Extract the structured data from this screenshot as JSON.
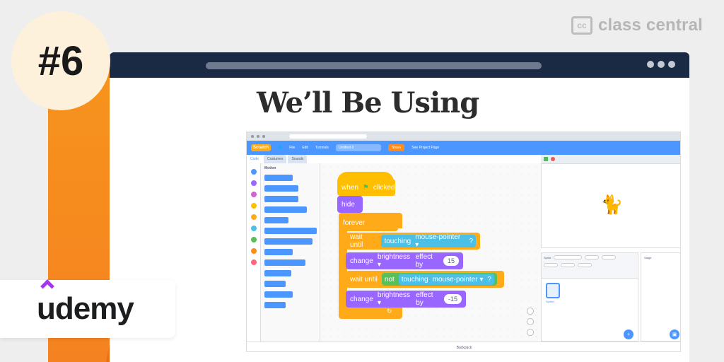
{
  "badge": {
    "number": "#6"
  },
  "brand": {
    "icon_text": "cc",
    "name": "class central"
  },
  "slide": {
    "title": "We’ll Be Using"
  },
  "scratch": {
    "menu": [
      "File",
      "Edit",
      "Tutorials"
    ],
    "logo": "Scratch",
    "project_title": "Untitled-3",
    "share": "Share",
    "see_project": "See Project Page",
    "tabs": [
      "Code",
      "Costumes",
      "Sounds"
    ],
    "palette_head": "Motion",
    "blocks": {
      "when": "when",
      "clicked": "clicked",
      "hide": "hide",
      "forever": "forever",
      "wait_until_1": "wait until",
      "touching_1": "touching",
      "mouse_pointer_1": "mouse-pointer ▾",
      "q1": "?",
      "change_1": "change",
      "brightness_1": "brightness ▾",
      "effect_by_1": "effect by",
      "value_1": "15",
      "wait_until_2": "wait until",
      "not": "not",
      "touching_2": "touching",
      "mouse_pointer_2": "mouse-pointer ▾",
      "q2": "?",
      "change_2": "change",
      "brightness_2": "brightness ▾",
      "effect_by_2": "effect by",
      "value_2": "-15"
    },
    "sprite_label": "Sprite",
    "sprite_name": "Sprite1",
    "stage_label": "Stage",
    "backpack": "Backpack"
  },
  "udemy": {
    "logo": "udemy"
  },
  "colors": {
    "orange": "#f7941d",
    "navy": "#1b2a44",
    "scratch_blue": "#4c97ff",
    "events_yellow": "#ffbf00",
    "looks_purple": "#9966ff",
    "control_orange": "#ffab19",
    "sensing_cyan": "#4cbfe6",
    "operators_green": "#59c059",
    "udemy_purple": "#a435f0"
  }
}
